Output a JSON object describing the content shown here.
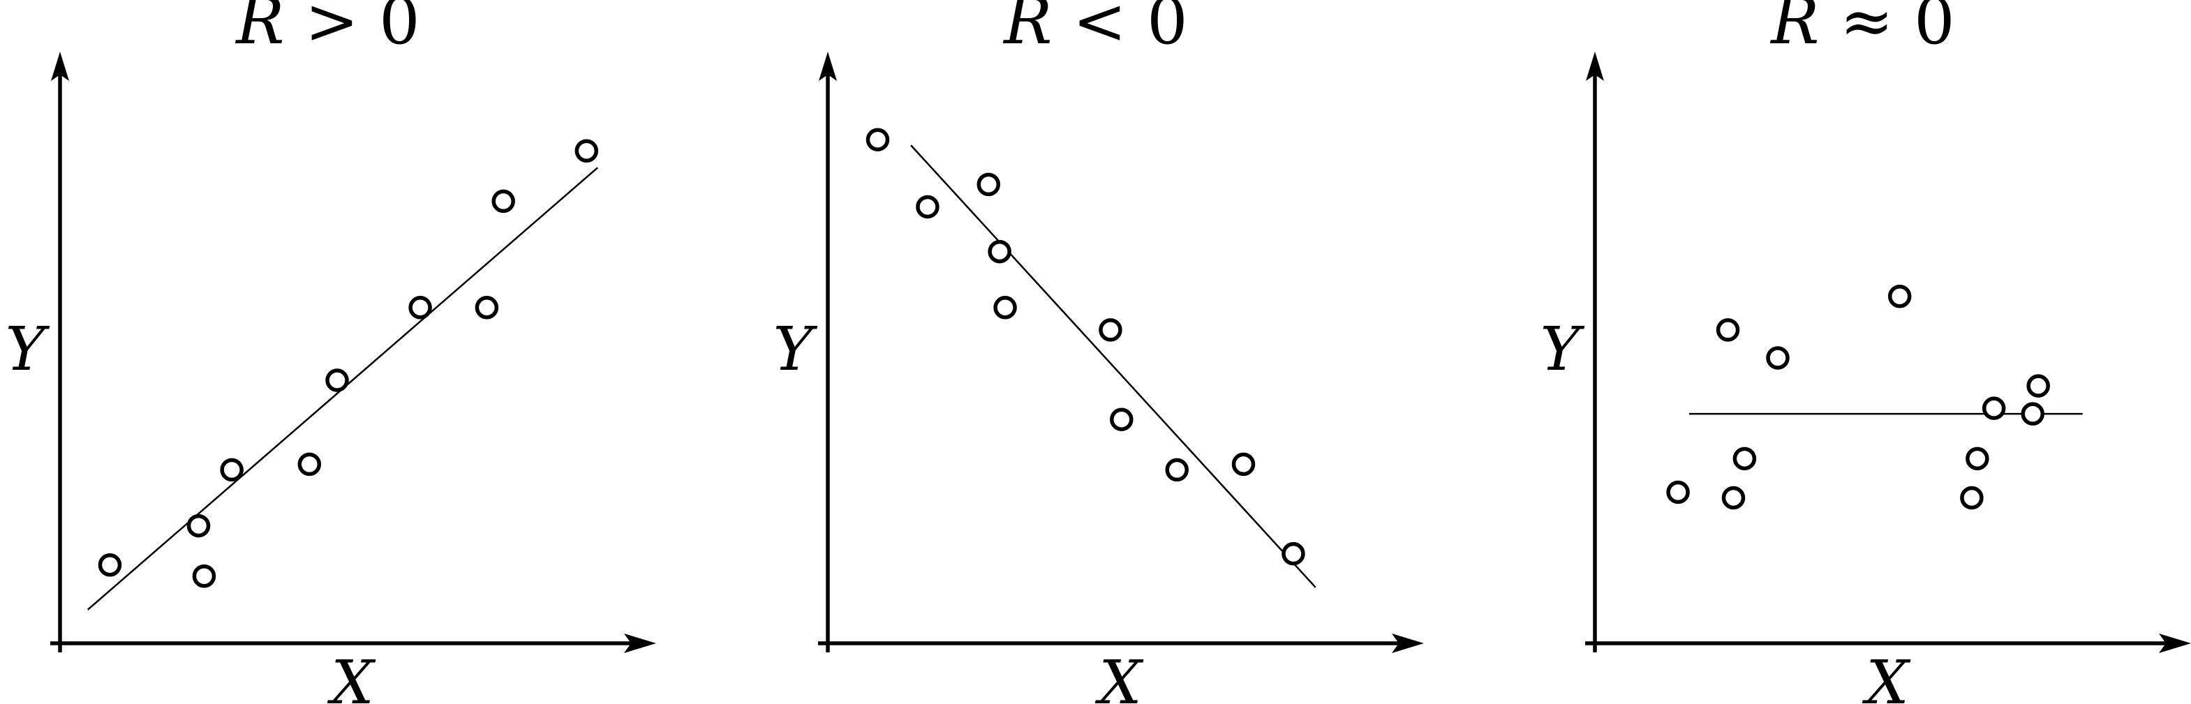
{
  "chart_data": [
    {
      "type": "scatter",
      "title": "R > 0",
      "title_var": "R",
      "title_rel": ">",
      "title_val": "0",
      "xlabel": "X",
      "ylabel": "Y",
      "xlim": [
        0,
        10
      ],
      "ylim": [
        0,
        10
      ],
      "grid": false,
      "legend": "none",
      "points": [
        {
          "x": 0.9,
          "y": 1.4
        },
        {
          "x": 2.5,
          "y": 2.1
        },
        {
          "x": 2.6,
          "y": 1.2
        },
        {
          "x": 3.1,
          "y": 3.1
        },
        {
          "x": 4.5,
          "y": 3.2
        },
        {
          "x": 5.0,
          "y": 4.7
        },
        {
          "x": 6.5,
          "y": 6.0
        },
        {
          "x": 7.7,
          "y": 6.0
        },
        {
          "x": 8.0,
          "y": 7.9
        },
        {
          "x": 9.5,
          "y": 8.8
        }
      ],
      "fit_line": {
        "x": [
          0.5,
          9.7
        ],
        "y": [
          0.6,
          8.5
        ]
      }
    },
    {
      "type": "scatter",
      "title": "R < 0",
      "title_var": "R",
      "title_rel": "<",
      "title_val": "0",
      "xlabel": "X",
      "ylabel": "Y",
      "xlim": [
        0,
        10
      ],
      "ylim": [
        0,
        10
      ],
      "grid": false,
      "legend": "none",
      "points": [
        {
          "x": 0.9,
          "y": 9.0
        },
        {
          "x": 1.8,
          "y": 7.8
        },
        {
          "x": 2.9,
          "y": 8.2
        },
        {
          "x": 3.1,
          "y": 7.0
        },
        {
          "x": 3.2,
          "y": 6.0
        },
        {
          "x": 5.1,
          "y": 5.6
        },
        {
          "x": 5.3,
          "y": 4.0
        },
        {
          "x": 6.3,
          "y": 3.1
        },
        {
          "x": 7.5,
          "y": 3.2
        },
        {
          "x": 8.4,
          "y": 1.6
        }
      ],
      "fit_line": {
        "x": [
          1.5,
          8.8
        ],
        "y": [
          8.9,
          1.0
        ]
      }
    },
    {
      "type": "scatter",
      "title": "R ≈ 0",
      "title_var": "R",
      "title_rel": "≈",
      "title_val": "0",
      "xlabel": "X",
      "ylabel": "Y",
      "xlim": [
        0,
        10
      ],
      "ylim": [
        0,
        10
      ],
      "grid": false,
      "legend": "none",
      "points": [
        {
          "x": 1.5,
          "y": 2.7
        },
        {
          "x": 2.4,
          "y": 5.6
        },
        {
          "x": 2.5,
          "y": 2.6
        },
        {
          "x": 2.7,
          "y": 3.3
        },
        {
          "x": 3.3,
          "y": 5.1
        },
        {
          "x": 5.5,
          "y": 6.2
        },
        {
          "x": 6.8,
          "y": 2.6
        },
        {
          "x": 6.9,
          "y": 3.3
        },
        {
          "x": 7.2,
          "y": 4.2
        },
        {
          "x": 7.9,
          "y": 4.1
        },
        {
          "x": 8.0,
          "y": 4.6
        }
      ],
      "fit_line": {
        "x": [
          1.7,
          8.8
        ],
        "y": [
          4.1,
          4.1
        ]
      }
    }
  ]
}
